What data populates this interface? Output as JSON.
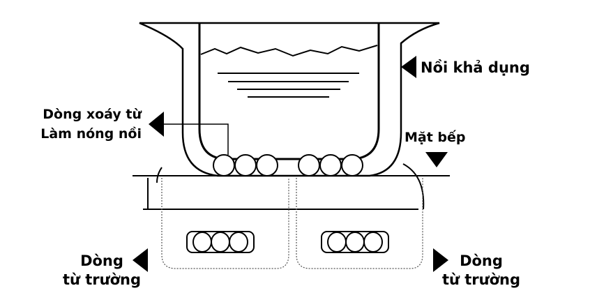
{
  "labels": {
    "pot": "Nồi khả dụng",
    "eddy_line1": "Dòng xoáy từ",
    "eddy_line2": "Làm nóng nồi",
    "cooktop": "Mặt bếp",
    "field_left_line1": "Dòng",
    "field_left_line2": "từ trường",
    "field_right_line1": "Dòng",
    "field_right_line2": "từ trường"
  },
  "colors": {
    "ink": "#000000",
    "background": "#ffffff",
    "dotted": "#555555"
  },
  "icons": [
    "arrow-left-icon",
    "arrow-down-icon",
    "arrow-right-icon"
  ]
}
